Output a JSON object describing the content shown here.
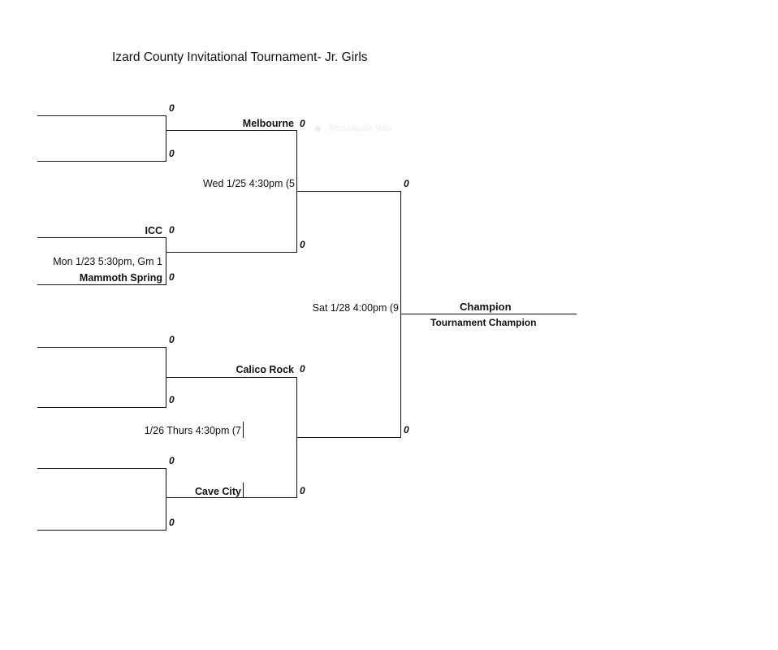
{
  "title": "Izard County Invitational Tournament- Jr. Girls",
  "round1": {
    "game_a": {
      "top_score": "0",
      "bottom_score": "0"
    },
    "game_b": {
      "top_team": "ICC",
      "top_score": "0",
      "note": "Mon 1/23 5:30pm, Gm 1",
      "bottom_team": "Mammoth Spring",
      "bottom_score": "0"
    },
    "game_c": {
      "top_score": "0",
      "bottom_score": "0"
    },
    "game_d": {
      "top_score": "0",
      "bottom_score": "0"
    }
  },
  "round2": {
    "top_team": "Melbourne",
    "top_score": "0",
    "top_note": "Wed 1/25 4:30pm (5",
    "mid_score": "0",
    "bottom_team": "Calico Rock",
    "bottom_score": "0",
    "bottom_note": "1/26 Thurs 4:30pm (7",
    "last_team": "Cave City",
    "last_score": "0"
  },
  "final": {
    "top_score": "0",
    "note": "Sat 1/28 4:00pm (9",
    "bottom_score": "0"
  },
  "champion": {
    "label": "Champion",
    "sublabel": "Tournament Champion"
  },
  "overlay": {
    "label": "Rectangular Snip"
  }
}
